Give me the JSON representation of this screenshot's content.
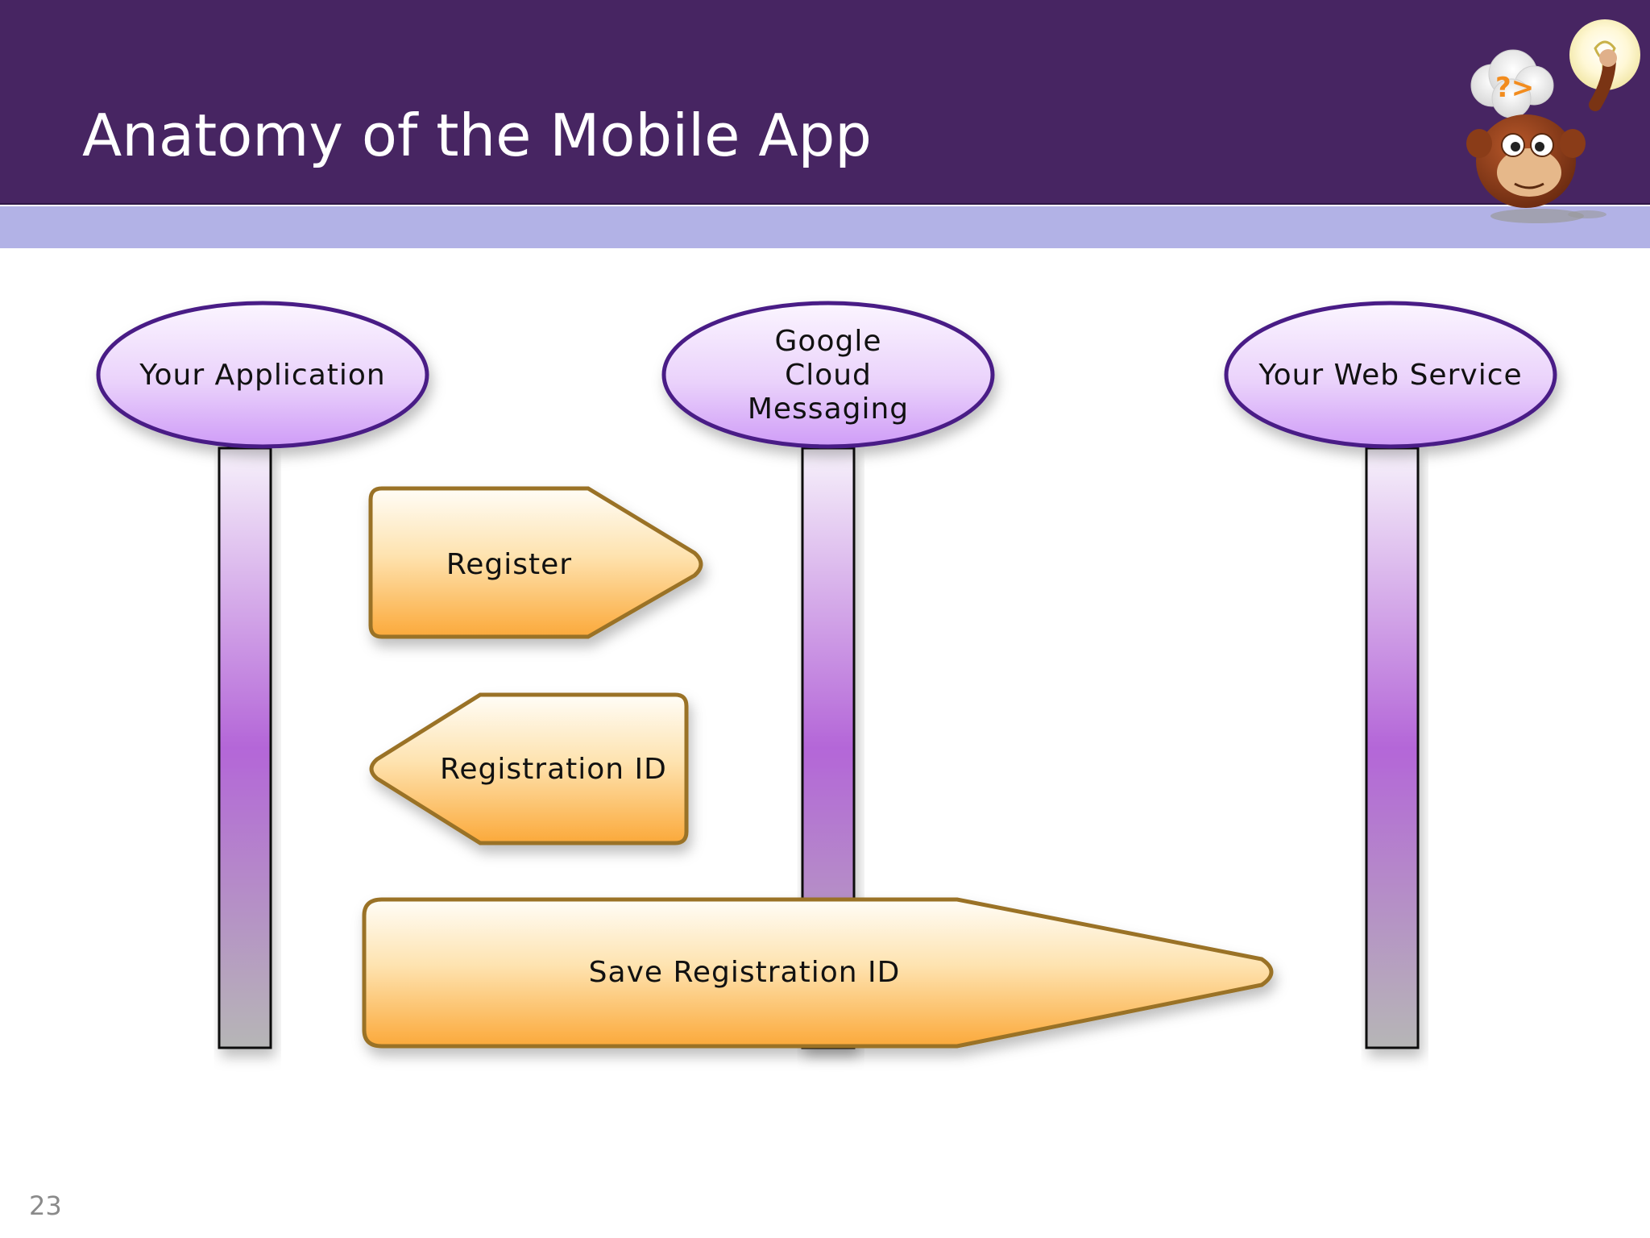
{
  "slide": {
    "title": "Anatomy of the Mobile App",
    "page_number": "23"
  },
  "colors": {
    "header": "#472562",
    "header_stripe": "#b2b2e6",
    "node_fill": "#d9b3f5",
    "node_border": "#4a1f86",
    "arrow_fill": "#fbb046",
    "arrow_border": "#9a7228"
  },
  "diagram": {
    "nodes": [
      {
        "label": "Your Application"
      },
      {
        "label": "Google Cloud Messaging"
      },
      {
        "label": "Your Web Service"
      }
    ],
    "messages": [
      {
        "label": "Register",
        "from": "Your Application",
        "to": "Google Cloud Messaging"
      },
      {
        "label": "Registration ID",
        "from": "Google Cloud Messaging",
        "to": "Your Application"
      },
      {
        "label": "Save Registration ID",
        "from": "Your Application",
        "to": "Your Web Service"
      }
    ]
  },
  "mascot": {
    "icon": "monkey-thinking-icon"
  }
}
